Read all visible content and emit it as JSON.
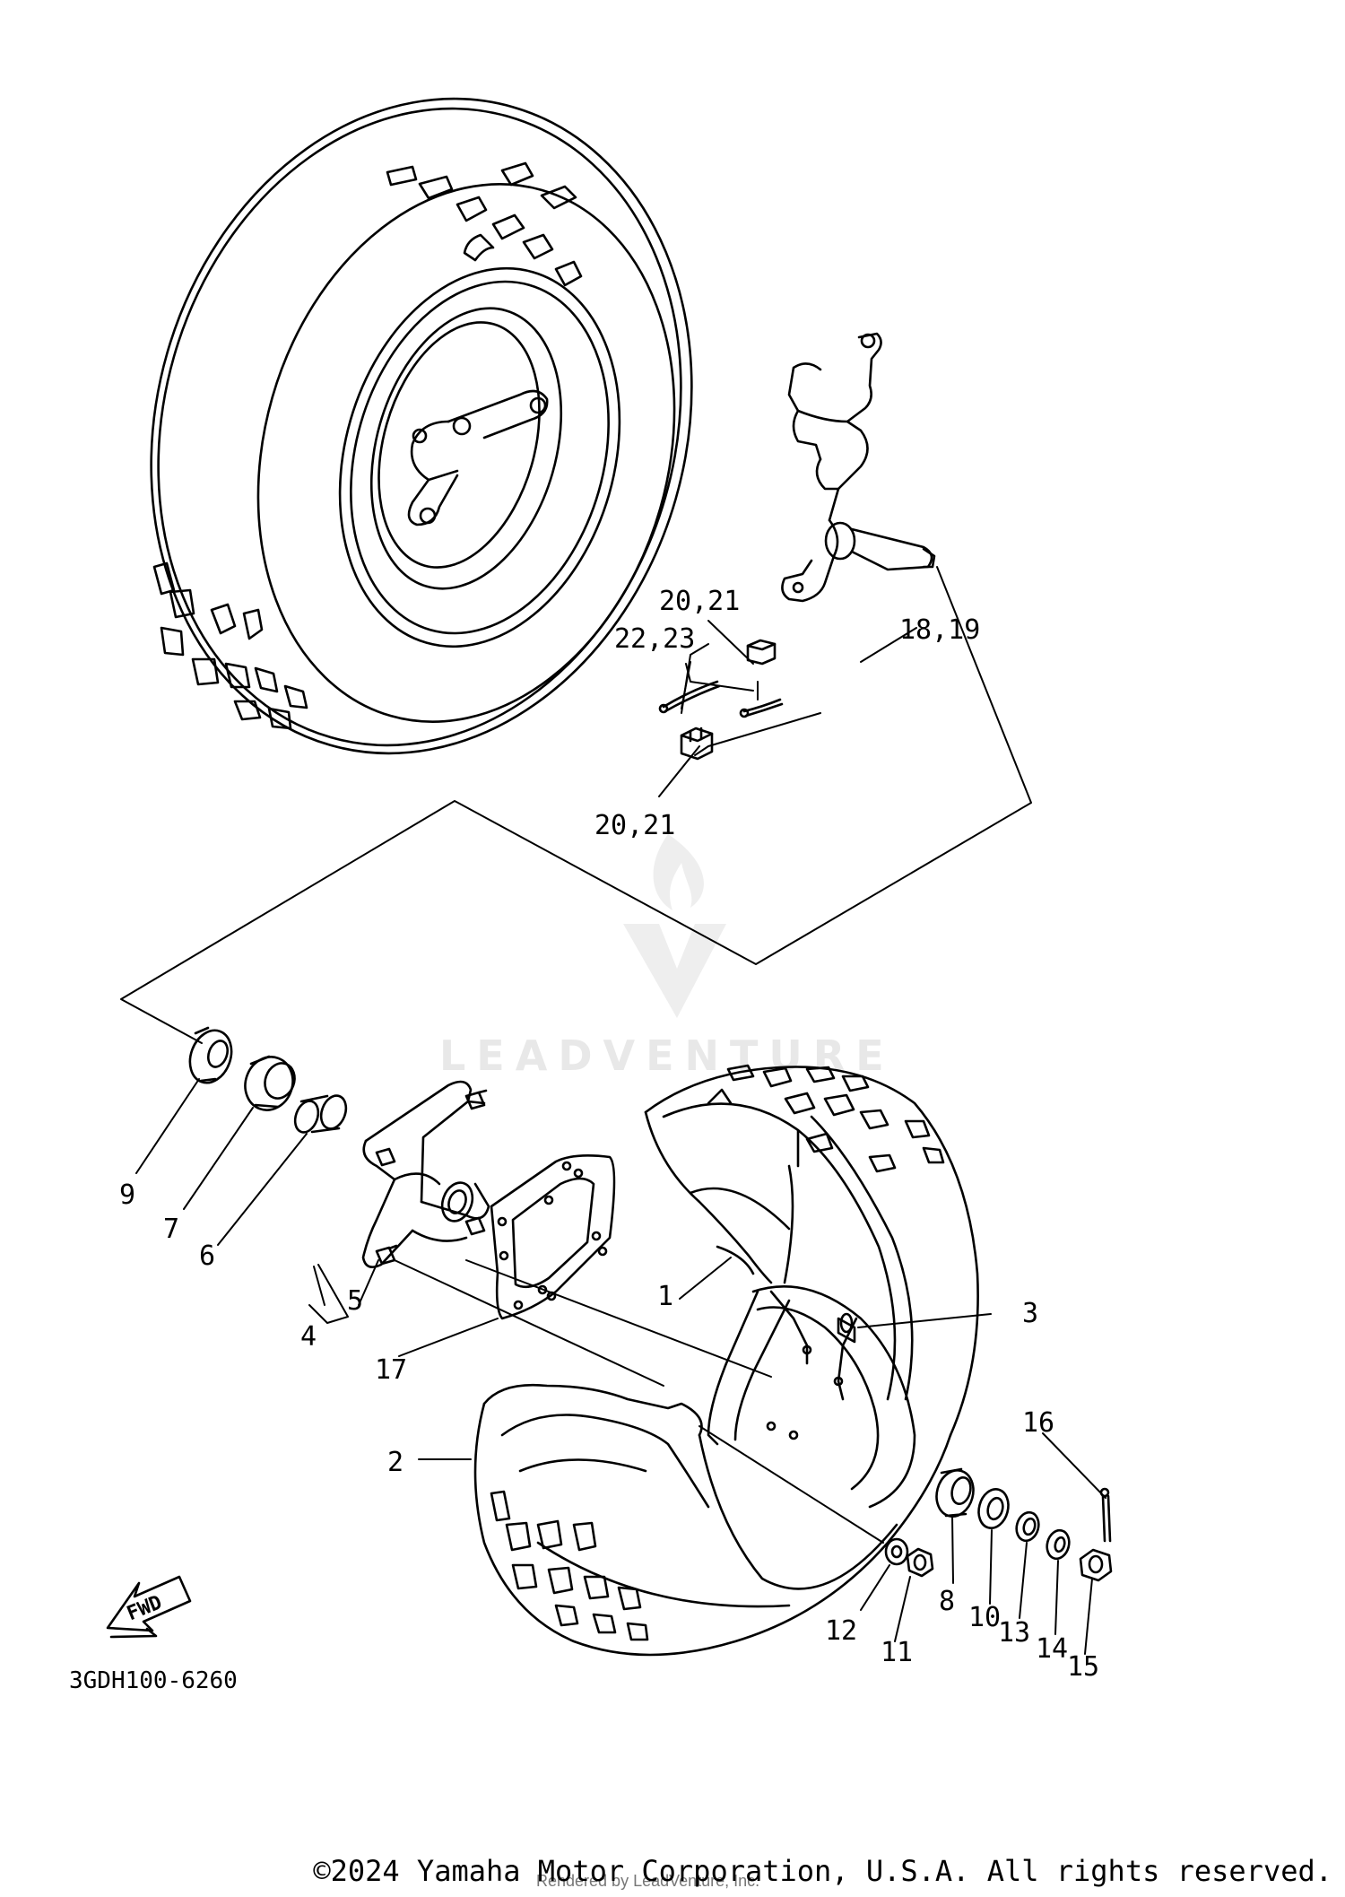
{
  "diagram": {
    "part_code": "3GDH100-6260",
    "watermark": "LEADVENTURE",
    "fwd_label": "FWD",
    "callouts": [
      {
        "id": "1",
        "text": "1"
      },
      {
        "id": "2",
        "text": "2"
      },
      {
        "id": "3",
        "text": "3"
      },
      {
        "id": "4",
        "text": "4"
      },
      {
        "id": "5",
        "text": "5"
      },
      {
        "id": "6",
        "text": "6"
      },
      {
        "id": "7",
        "text": "7"
      },
      {
        "id": "8",
        "text": "8"
      },
      {
        "id": "9",
        "text": "9"
      },
      {
        "id": "10",
        "text": "10"
      },
      {
        "id": "11",
        "text": "11"
      },
      {
        "id": "12",
        "text": "12"
      },
      {
        "id": "13",
        "text": "13"
      },
      {
        "id": "14",
        "text": "14"
      },
      {
        "id": "15",
        "text": "15"
      },
      {
        "id": "16",
        "text": "16"
      },
      {
        "id": "17",
        "text": "17"
      },
      {
        "id": "18-19",
        "text": "18,19"
      },
      {
        "id": "20-21-a",
        "text": "20,21"
      },
      {
        "id": "20-21-b",
        "text": "20,21"
      },
      {
        "id": "22-23",
        "text": "22,23"
      }
    ]
  },
  "footer": {
    "copyright": "©2024 Yamaha Motor Corporation, U.S.A. All rights reserved.",
    "rendered_by": "Rendered by LeadVenture, Inc."
  }
}
